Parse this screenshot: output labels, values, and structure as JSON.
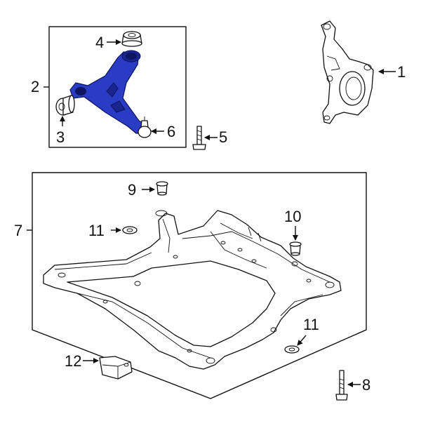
{
  "diagram": {
    "callouts": {
      "c1": "1",
      "c2": "2",
      "c3": "3",
      "c4": "4",
      "c5": "5",
      "c6": "6",
      "c7": "7",
      "c8": "8",
      "c9": "9",
      "c10": "10",
      "c11a": "11",
      "c11b": "11",
      "c12": "12"
    },
    "colors": {
      "highlight": "#2a3cc4",
      "line": "#111111"
    }
  }
}
